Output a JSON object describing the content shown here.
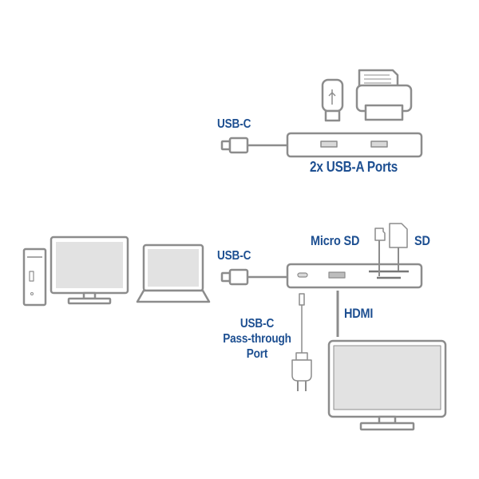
{
  "top_section": {
    "cable_label": "USB-C",
    "ports_label": "2x USB-A Ports"
  },
  "bottom_section": {
    "cable_label": "USB-C",
    "micro_sd_label": "Micro SD",
    "sd_label": "SD",
    "hdmi_label": "HDMI",
    "passthrough_label": [
      "USB-C",
      "Pass-through",
      "Port"
    ]
  },
  "colors": {
    "label": "#1d4f91",
    "outline": "#8c8c8c",
    "fill": "#e2e2e2"
  }
}
